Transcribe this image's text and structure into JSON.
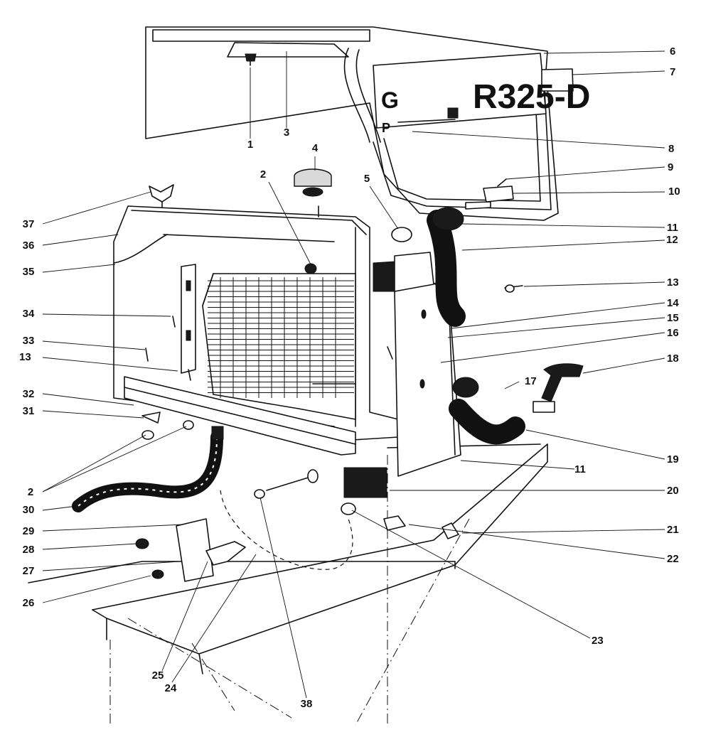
{
  "decal": {
    "letter_g": "G",
    "model": "R325-D",
    "letter_p": "P"
  },
  "callouts": [
    {
      "id": "c1",
      "label": "1"
    },
    {
      "id": "c2a",
      "label": "2"
    },
    {
      "id": "c2b",
      "label": "2"
    },
    {
      "id": "c3",
      "label": "3"
    },
    {
      "id": "c4",
      "label": "4"
    },
    {
      "id": "c5",
      "label": "5"
    },
    {
      "id": "c6",
      "label": "6"
    },
    {
      "id": "c7",
      "label": "7"
    },
    {
      "id": "c8",
      "label": "8"
    },
    {
      "id": "c9",
      "label": "9"
    },
    {
      "id": "c10",
      "label": "10"
    },
    {
      "id": "c11a",
      "label": "11"
    },
    {
      "id": "c11b",
      "label": "11"
    },
    {
      "id": "c12",
      "label": "12"
    },
    {
      "id": "c13a",
      "label": "13"
    },
    {
      "id": "c13b",
      "label": "13"
    },
    {
      "id": "c14",
      "label": "14"
    },
    {
      "id": "c15",
      "label": "15"
    },
    {
      "id": "c16",
      "label": "16"
    },
    {
      "id": "c17",
      "label": "17"
    },
    {
      "id": "c18",
      "label": "18"
    },
    {
      "id": "c19",
      "label": "19"
    },
    {
      "id": "c20",
      "label": "20"
    },
    {
      "id": "c21",
      "label": "21"
    },
    {
      "id": "c22",
      "label": "22"
    },
    {
      "id": "c23",
      "label": "23"
    },
    {
      "id": "c24",
      "label": "24"
    },
    {
      "id": "c25",
      "label": "25"
    },
    {
      "id": "c26",
      "label": "26"
    },
    {
      "id": "c27",
      "label": "27"
    },
    {
      "id": "c28",
      "label": "28"
    },
    {
      "id": "c29",
      "label": "29"
    },
    {
      "id": "c30",
      "label": "30"
    },
    {
      "id": "c31",
      "label": "31"
    },
    {
      "id": "c32",
      "label": "32"
    },
    {
      "id": "c33",
      "label": "33"
    },
    {
      "id": "c34",
      "label": "34"
    },
    {
      "id": "c35",
      "label": "35"
    },
    {
      "id": "c36",
      "label": "36"
    },
    {
      "id": "c37",
      "label": "37"
    },
    {
      "id": "c38",
      "label": "38"
    }
  ]
}
